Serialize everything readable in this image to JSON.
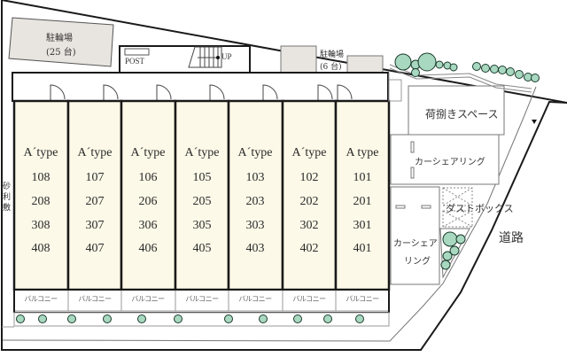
{
  "site": {
    "bicycle_parking_large": {
      "label": "駐輪場",
      "count": "(25 台)"
    },
    "bicycle_parking_small": {
      "label": "駐輪場",
      "count": "(6 台)"
    },
    "post_label": "POST",
    "stairs_label": "UP",
    "gravel_label": "砂利敷",
    "road_label": "道路",
    "unloading_space": "荷捌きスペース",
    "car_sharing_1": "カーシェアリング",
    "car_sharing_2_line1": "カーシェア",
    "car_sharing_2_line2": "リング",
    "dust_box": "ダストボックス"
  },
  "units": [
    {
      "type": "A´type",
      "rooms": [
        "108",
        "208",
        "308",
        "408"
      ],
      "balcony": "バルコニー"
    },
    {
      "type": "A´type",
      "rooms": [
        "107",
        "207",
        "307",
        "407"
      ],
      "balcony": "バルコニー"
    },
    {
      "type": "A´type",
      "rooms": [
        "106",
        "206",
        "306",
        "406"
      ],
      "balcony": "バルコニー"
    },
    {
      "type": "A´type",
      "rooms": [
        "105",
        "205",
        "305",
        "405"
      ],
      "balcony": "バルコニー"
    },
    {
      "type": "A´type",
      "rooms": [
        "103",
        "203",
        "303",
        "403"
      ],
      "balcony": "バルコニー"
    },
    {
      "type": "A´type",
      "rooms": [
        "102",
        "202",
        "302",
        "402"
      ],
      "balcony": "バルコニー"
    },
    {
      "type": "A type",
      "rooms": [
        "101",
        "201",
        "301",
        "401"
      ],
      "balcony": "バルコニー"
    }
  ],
  "colors": {
    "unit_fill": "#fdf9e8",
    "parking_fill": "#e8e4df",
    "tree_fill": "#a8d8c0",
    "wall": "#1a1a1a"
  }
}
